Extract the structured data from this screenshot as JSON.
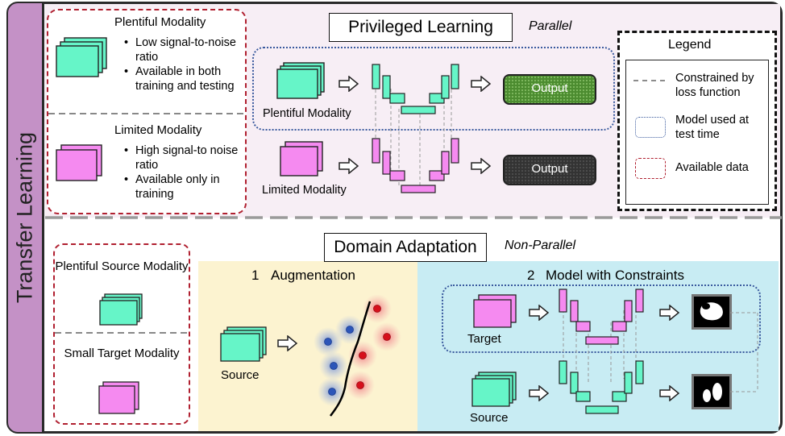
{
  "side_title": "Transfer Learning",
  "colors": {
    "plentiful": "#66f5c8",
    "limited": "#f58af0",
    "top_bg": "#f6ecf3",
    "aug_bg": "#fcf3cf",
    "constraint_bg": "#c9ecf3",
    "red_dash": "#b0202a",
    "blue_dot": "#3a5a9e",
    "output_green": "#4a8a2e",
    "output_dark": "#333333"
  },
  "top": {
    "modality_panel": {
      "plentiful_title": "Plentiful Modality",
      "plentiful_bullets": [
        "Low signal-to-noise ratio",
        "Available in both training and testing"
      ],
      "limited_title": "Limited Modality",
      "limited_bullets": [
        "High signal-to noise ratio",
        "Available only in training"
      ]
    },
    "title": "Privileged Learning",
    "subtitle": "Parallel",
    "plentiful_label": "Plentiful Modality",
    "limited_label": "Limited Modality",
    "output_top": "Output",
    "output_bottom": "Output",
    "legend": {
      "title": "Legend",
      "constrained": "Constrained by loss function",
      "model_test": "Model used at test time",
      "available": "Available data"
    }
  },
  "bottom": {
    "title": "Domain Adaptation",
    "subtitle": "Non-Parallel",
    "panel": {
      "source_label": "Plentiful Source Modality",
      "target_label": "Small Target Modality"
    },
    "augmentation": {
      "number": "1",
      "title": "Augmentation",
      "source_label": "Source"
    },
    "constraints": {
      "number": "2",
      "title": "Model with Constraints",
      "target_label": "Target",
      "source_label": "Source"
    }
  }
}
